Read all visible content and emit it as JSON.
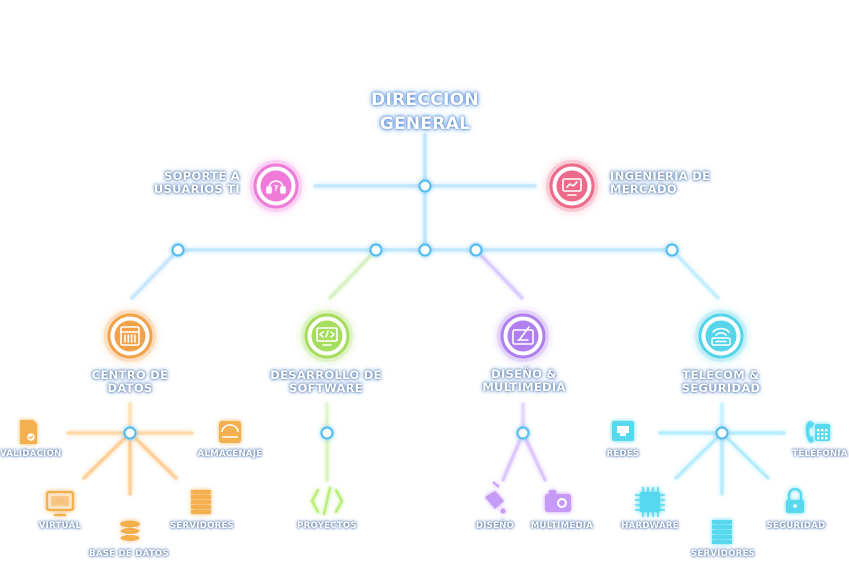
{
  "colors": {
    "line": "#bfe7ff",
    "line_glow": "#59bdf0",
    "node_ring": "#59bdf0",
    "soporte": "#f07ad8",
    "ingenieria": "#ee6a8a",
    "centro": "#f4a24a",
    "desarrollo": "#a6dd5e",
    "diseno": "#b07ff0",
    "telecom": "#56d4ea",
    "leaf_orange": "#f4b04f",
    "leaf_green": "#b8ef7a",
    "leaf_purple": "#c69bf8",
    "leaf_cyan": "#56d8ee"
  },
  "root": {
    "title_line1": "DIRECCION",
    "title_line2": "GENERAL"
  },
  "support_units": {
    "soporte": {
      "line1": "SOPORTE A",
      "line2": "USUARIOS TI",
      "icon": "headset-icon"
    },
    "ingenieria": {
      "line1": "INGENIERIA DE",
      "line2": "MERCADO",
      "icon": "monitor-chart-icon"
    }
  },
  "departments": {
    "centro": {
      "line1": "CENTRO DE",
      "line2": "DATOS",
      "icon": "server-rack-icon",
      "leaves": {
        "validacion": "VALIDACION",
        "almacenaje": "ALMACENAJE",
        "virtual": "VIRTUAL",
        "servidores": "SERVIDORES",
        "base_datos": "BASE DE DATOS"
      }
    },
    "desarrollo": {
      "line1": "DESARROLLO DE",
      "line2": "SOFTWARE",
      "icon": "code-monitor-icon",
      "leaves": {
        "proyectos": "PROYECTOS"
      }
    },
    "diseno": {
      "line1": "DISEÑO &",
      "line2": "MULTIMEDIA",
      "icon": "drawing-tablet-icon",
      "leaves": {
        "diseno": "DISEÑO",
        "multimedia": "MULTIMEDIA"
      }
    },
    "telecom": {
      "line1": "TELECOM &",
      "line2": "SEGURIDAD",
      "icon": "router-icon",
      "leaves": {
        "redes": "REDES",
        "telefonia": "TELEFONIA",
        "hardware": "HARDWARE",
        "seguridad": "SEGURIDAD",
        "servidores": "SERVIDORES"
      }
    }
  }
}
